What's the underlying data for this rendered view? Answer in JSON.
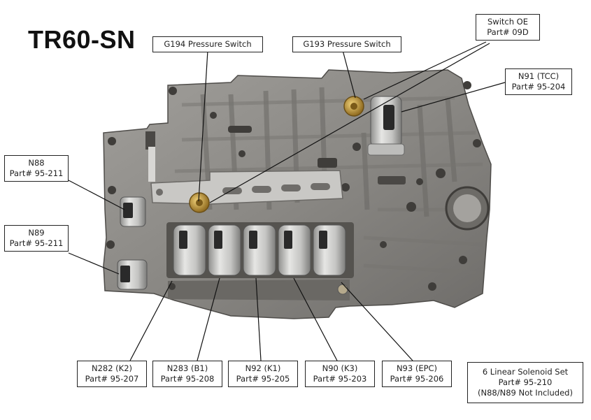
{
  "title": "TR60-SN",
  "labels": {
    "g194": {
      "line1": "G194 Pressure Switch"
    },
    "g193": {
      "line1": "G193 Pressure Switch"
    },
    "switch_oe": {
      "line1": "Switch OE",
      "line2": "Part# 09D"
    },
    "n91": {
      "line1": "N91 (TCC)",
      "line2": "Part# 95-204"
    },
    "n88": {
      "line1": "N88",
      "line2": "Part# 95-211"
    },
    "n89": {
      "line1": "N89",
      "line2": "Part# 95-211"
    },
    "n282": {
      "line1": "N282 (K2)",
      "line2": "Part# 95-207"
    },
    "n283": {
      "line1": "N283 (B1)",
      "line2": "Part# 95-208"
    },
    "n92": {
      "line1": "N92 (K1)",
      "line2": "Part# 95-205"
    },
    "n90": {
      "line1": "N90 (K3)",
      "line2": "Part# 95-203"
    },
    "n93": {
      "line1": "N93 (EPC)",
      "line2": "Part# 95-206"
    },
    "set": {
      "line1": "6 Linear Solenoid Set",
      "line2": "Part# 95-210",
      "line3": "(N88/N89 Not Included)"
    }
  },
  "colors": {
    "body_metal": "#8c8a86",
    "body_dark": "#5e5c59",
    "solenoid": "#c9c9c7",
    "brass": "#c9a24a"
  }
}
